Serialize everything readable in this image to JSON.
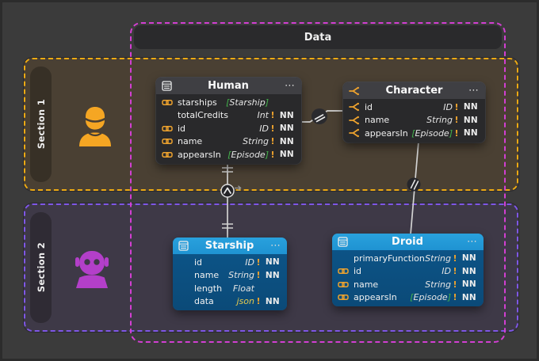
{
  "data_container": {
    "label": "Data"
  },
  "sections": [
    {
      "label": "Section 1",
      "icon": "person-icon"
    },
    {
      "label": "Section 2",
      "icon": "robot-icon"
    }
  ],
  "menu_icon": "⋯",
  "tables": [
    {
      "id": "human",
      "name": "Human",
      "theme": "dark",
      "header_icon": "table-grid-icon",
      "rows": [
        {
          "icon": "chain-link-icon",
          "field": "starships",
          "type": "Starship",
          "list": true,
          "required": "",
          "not_null": ""
        },
        {
          "icon": "",
          "field": "totalCredits",
          "type": "Int",
          "list": false,
          "required": "!",
          "not_null": "NN"
        },
        {
          "icon": "chain-link-icon",
          "field": "id",
          "type": "ID",
          "list": false,
          "required": "!",
          "not_null": "NN"
        },
        {
          "icon": "chain-link-icon",
          "field": "name",
          "type": "String",
          "list": false,
          "required": "!",
          "not_null": "NN"
        },
        {
          "icon": "chain-link-icon",
          "field": "appearsIn",
          "type": "Episode",
          "list": true,
          "required": "!",
          "not_null": "NN"
        }
      ]
    },
    {
      "id": "character",
      "name": "Character",
      "theme": "dark",
      "header_icon": "fork-icon",
      "rows": [
        {
          "icon": "fork-icon",
          "field": "id",
          "type": "ID",
          "list": false,
          "required": "!",
          "not_null": "NN"
        },
        {
          "icon": "fork-icon",
          "field": "name",
          "type": "String",
          "list": false,
          "required": "!",
          "not_null": "NN"
        },
        {
          "icon": "fork-icon",
          "field": "appearsIn",
          "type": "Episode",
          "list": true,
          "required": "!",
          "not_null": "NN"
        }
      ]
    },
    {
      "id": "starship",
      "name": "Starship",
      "theme": "blue",
      "header_icon": "table-grid-icon",
      "rows": [
        {
          "icon": "",
          "field": "id",
          "type": "ID",
          "list": false,
          "required": "!",
          "not_null": "NN"
        },
        {
          "icon": "",
          "field": "name",
          "type": "String",
          "list": false,
          "required": "!",
          "not_null": "NN"
        },
        {
          "icon": "",
          "field": "length",
          "type": "Float",
          "list": false,
          "required": "",
          "not_null": ""
        },
        {
          "icon": "",
          "field": "data",
          "type": "json",
          "list": false,
          "type_style": "json",
          "required": "!",
          "not_null": "NN"
        }
      ]
    },
    {
      "id": "droid",
      "name": "Droid",
      "theme": "blue",
      "header_icon": "table-grid-icon",
      "rows": [
        {
          "icon": "",
          "field": "primaryFunction",
          "type": "String",
          "list": false,
          "required": "!",
          "not_null": "NN"
        },
        {
          "icon": "chain-link-icon",
          "field": "id",
          "type": "ID",
          "list": false,
          "required": "!",
          "not_null": "NN"
        },
        {
          "icon": "chain-link-icon",
          "field": "name",
          "type": "String",
          "list": false,
          "required": "!",
          "not_null": "NN"
        },
        {
          "icon": "chain-link-icon",
          "field": "appearsIn",
          "type": "Episode",
          "list": true,
          "required": "!",
          "not_null": "NN"
        }
      ]
    }
  ],
  "connectors": [
    {
      "id": "human-character",
      "symbol": "parallel-slashes"
    },
    {
      "id": "human-starship",
      "symbol": "chevron-circle",
      "end_marks": "double-tick"
    },
    {
      "id": "character-droid",
      "symbol": "parallel-slashes"
    }
  ],
  "colors": {
    "accent_orange": "#eda22e",
    "list_green": "#44b54c",
    "json_yellow": "#e3c94f",
    "container_magenta": "#d23fd2",
    "section1_border": "#edaa13",
    "section1_bg": "#4a4033",
    "section2_border": "#7f57e6",
    "section2_bg": "#3e3947",
    "person_orange": "#f5a623",
    "robot_purple": "#b33fc9",
    "blue_table_header": "#1f93d2",
    "blue_table_body": "#0d568a"
  }
}
